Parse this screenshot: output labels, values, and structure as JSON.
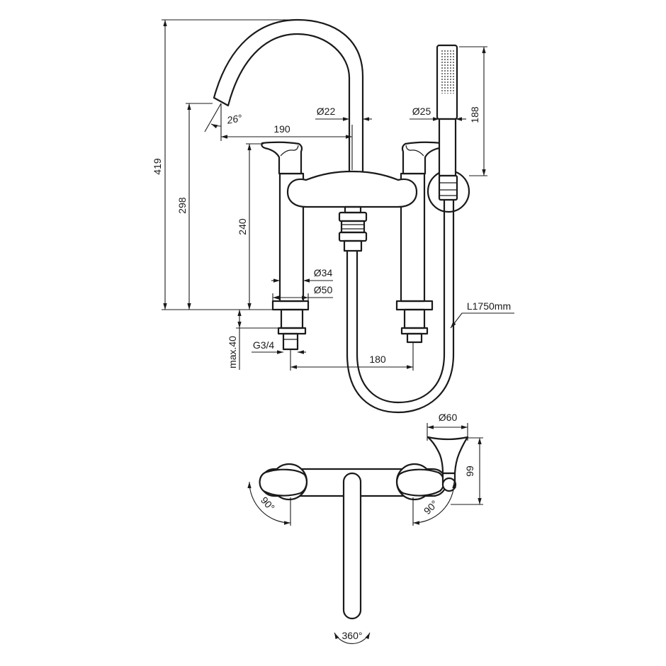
{
  "drawing": {
    "colors": {
      "line": "#1a1a1a",
      "background": "#ffffff"
    },
    "dimensions": {
      "total_height": "419",
      "spout_outlet_height": "298",
      "handle_height": "240",
      "spout_angle": "26°",
      "spout_reach": "190",
      "spout_diameter": "Ø22",
      "handshower_diameter": "Ø25",
      "handshower_length": "188",
      "riser_diameter": "Ø34",
      "flange_diameter": "Ø50",
      "hose_length": "L1750mm",
      "max_deck_thickness": "max.40",
      "connection_thread": "G3/4",
      "centres": "180",
      "holder_diameter": "Ø60",
      "holder_height": "99",
      "left_lever_rotation": "90°",
      "right_lever_rotation": "90°",
      "spout_rotation": "360°"
    }
  }
}
